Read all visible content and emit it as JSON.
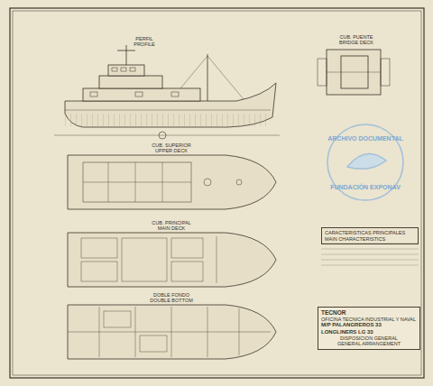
{
  "diagram": {
    "nodes": [
      {
        "text": [
          "CARACTERISTICAS PRINCIPALES",
          "MAIN CHARACTERISTICS"
        ]
      },
      {
        "text": [
          "TECNOR",
          "OFICINA TECNICA INDUSTRIAL Y NAVAL",
          "M/P PALANGREROS 33",
          "LONGLINERS LG 33",
          "DISPOSICION GENERAL",
          "GENERAL ARRANGEMENT"
        ]
      }
    ],
    "labels": [
      "PERFIL",
      "PROFILE",
      "CUB. PUENTE",
      "BRIDGE DECK",
      "CUB. SUPERIOR",
      "UPPER DECK",
      "CUB. PRINCIPAL",
      "MAIN DECK",
      "DOBLE FONDO",
      "DOUBLE BOTTOM",
      "ARCHIVO DOCUMENTAL",
      "FUNDACIÓN EXPONAV"
    ]
  }
}
